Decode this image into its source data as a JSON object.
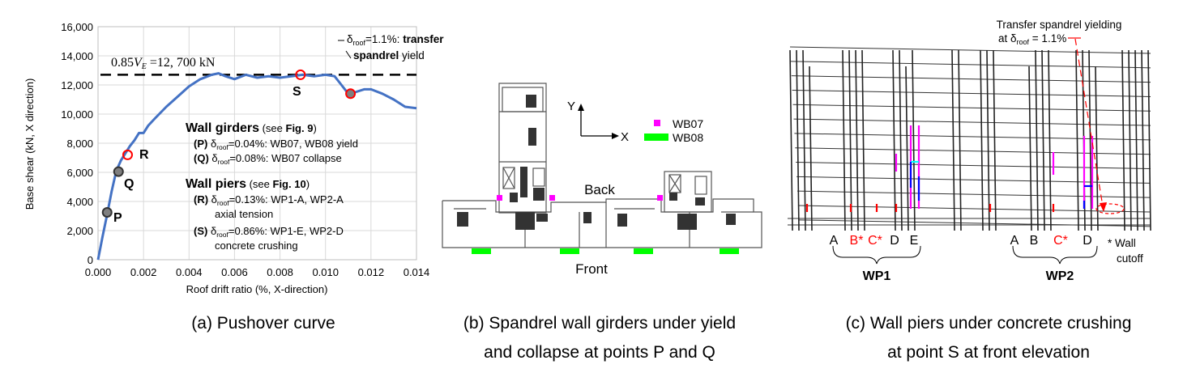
{
  "chart_data": {
    "type": "line",
    "xlabel": "Roof drift ratio (%, X-direction)",
    "ylabel": "Base shear (kN, X direction)",
    "xlim": [
      0,
      0.014
    ],
    "ylim": [
      0,
      16000
    ],
    "x_ticks": [
      "0.000",
      "0.002",
      "0.004",
      "0.006",
      "0.008",
      "0.010",
      "0.012",
      "0.014"
    ],
    "y_ticks": [
      "0",
      "2,000",
      "4,000",
      "6,000",
      "8,000",
      "10,000",
      "12,000",
      "14,000",
      "16,000"
    ],
    "grid": true,
    "series": [
      {
        "color": "#4472C4",
        "x": [
          0,
          0.0002,
          0.0004,
          0.0006,
          0.0008,
          0.001,
          0.0012,
          0.0014,
          0.0016,
          0.0018,
          0.002,
          0.0022,
          0.0025,
          0.003,
          0.0035,
          0.004,
          0.0045,
          0.005,
          0.0053,
          0.0056,
          0.006,
          0.0065,
          0.007,
          0.0075,
          0.008,
          0.0085,
          0.009,
          0.0095,
          0.01,
          0.0104,
          0.0107,
          0.011,
          0.0113,
          0.0117,
          0.012,
          0.0125,
          0.013,
          0.0135,
          0.014
        ],
        "y": [
          0,
          1600,
          3100,
          4700,
          6100,
          6800,
          7300,
          7800,
          8200,
          8700,
          8700,
          9200,
          9700,
          10500,
          11200,
          11900,
          12400,
          12700,
          12800,
          12600,
          12400,
          12700,
          12500,
          12600,
          12500,
          12600,
          12700,
          12600,
          12700,
          12600,
          12000,
          11400,
          11500,
          11700,
          11700,
          11400,
          11000,
          10500,
          10400
        ]
      }
    ],
    "reference_line": {
      "y": 12700,
      "label": "0.85Vᴇ =12, 700 kN",
      "color": "#000000"
    },
    "points": [
      {
        "label": "P",
        "x": 0.0004,
        "y": 3250,
        "marker": "filled-gray"
      },
      {
        "label": "Q",
        "x": 0.0009,
        "y": 6050,
        "marker": "filled-gray"
      },
      {
        "label": "R",
        "x": 0.0013,
        "y": 7200,
        "marker": "open-red"
      },
      {
        "label": "S",
        "x": 0.0089,
        "y": 12700,
        "marker": "open-red"
      },
      {
        "label": "",
        "x": 0.0111,
        "y": 11400,
        "marker": "filled-gray-red-ring"
      }
    ],
    "annotations": {
      "transfer_line1": "δ",
      "transfer_sub": "roof",
      "transfer_line1b": "=1.1%: ",
      "transfer_bold1": "transfer",
      "transfer_bold2": "spandrel",
      "transfer_line2b": " yield",
      "girders_title": "Wall girders",
      "girders_see": " (see ",
      "girders_fig": "Fig. 9",
      "girders_close": ")",
      "p_tag": "(P)",
      "p_text": "=0.04%: WB07, WB08 yield",
      "q_tag": "(Q)",
      "q_text": "=0.08%: WB07 collapse",
      "piers_title": "Wall piers",
      "piers_fig": "Fig. 10",
      "r_tag": "(R)",
      "r_text": "=0.13%: WP1-A, WP2-A",
      "r_text2": "axial tension",
      "s_tag": "(S)",
      "s_text": "=0.86%: WP1-E, WP2-D",
      "s_text2": "concrete crushing",
      "delta": "δ",
      "roof": "roof"
    }
  },
  "plan": {
    "axis_x": "X",
    "axis_y": "Y",
    "legend_wb07": "WB07",
    "legend_wb08": "WB08",
    "wb07_color": "#FF00FF",
    "wb08_color": "#00FF00",
    "back": "Back",
    "front": "Front"
  },
  "elevation": {
    "note_line1": "Transfer spandrel yielding",
    "note_line2a": "at δ",
    "note_sub": "roof",
    "note_line2b": " = 1.1%",
    "wp1_labels": [
      {
        "t": "A",
        "c": "#000000"
      },
      {
        "t": "B*",
        "c": "#FF0000"
      },
      {
        "t": "C*",
        "c": "#FF0000"
      },
      {
        "t": "D",
        "c": "#000000"
      },
      {
        "t": "E",
        "c": "#000000"
      }
    ],
    "wp2_labels": [
      {
        "t": "A",
        "c": "#000000"
      },
      {
        "t": "B",
        "c": "#000000"
      },
      {
        "t": "C*",
        "c": "#FF0000"
      },
      {
        "t": "D",
        "c": "#000000"
      }
    ],
    "wp1": "WP1",
    "wp2": "WP2",
    "cutoff1": "* Wall",
    "cutoff2": "cutoff"
  },
  "captions": {
    "a": "(a)  Pushover curve",
    "b1": "(b)  Spandrel wall girders under yield",
    "b2": "and collapse at points P and Q",
    "c1": "(c)  Wall piers under concrete crushing",
    "c2": "at point S at front elevation"
  }
}
